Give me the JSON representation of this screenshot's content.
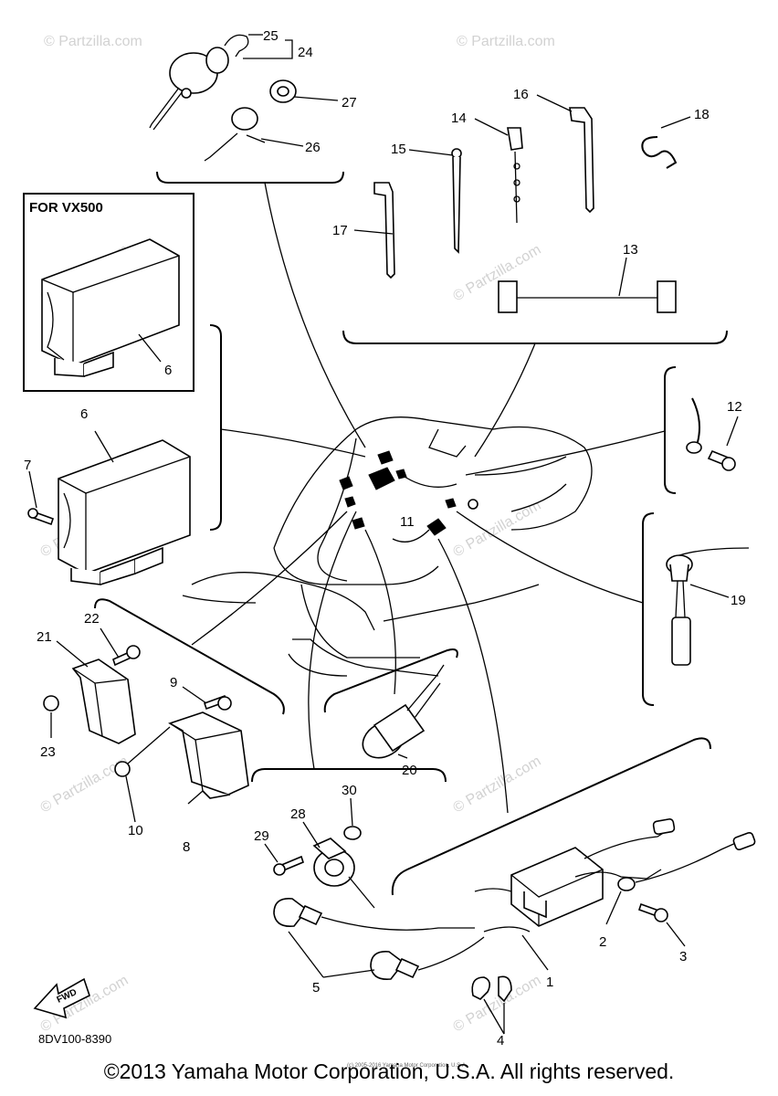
{
  "diagram": {
    "inset_label": "FOR VX500",
    "diagram_code": "8DV100-8390",
    "fwd_label": "FWD",
    "callouts": {
      "c1": "1",
      "c2": "2",
      "c3": "3",
      "c4": "4",
      "c5": "5",
      "c6": "6",
      "c6b": "6",
      "c7": "7",
      "c8": "8",
      "c9": "9",
      "c10": "10",
      "c11": "11",
      "c12": "12",
      "c13": "13",
      "c14": "14",
      "c15": "15",
      "c16": "16",
      "c17": "17",
      "c18": "18",
      "c19": "19",
      "c20": "20",
      "c21": "21",
      "c22": "22",
      "c23": "23",
      "c24": "24",
      "c25": "25",
      "c26": "26",
      "c27": "27",
      "c28": "28",
      "c29": "29",
      "c30": "30"
    },
    "watermark_text": "© Partzilla.com",
    "small_print": "(c) 2005-2016 Yamaha Motor Corporation, U.S.A."
  },
  "footer": {
    "copyright": "©2013 Yamaha Motor Corporation, U.S.A. All rights reserved."
  }
}
